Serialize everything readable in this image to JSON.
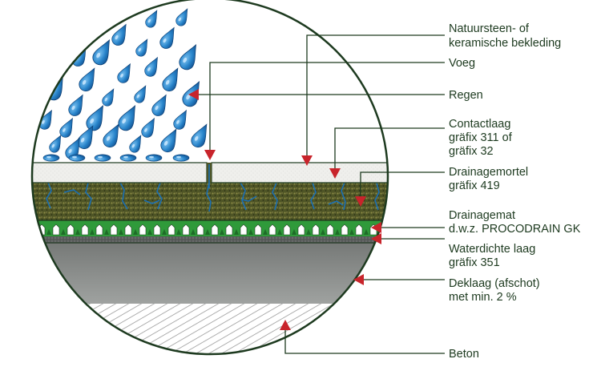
{
  "labels": {
    "natuursteen_l1": "Natuursteen- of",
    "natuursteen_l2": "keramische bekleding",
    "voeg": "Voeg",
    "regen": "Regen",
    "contactlaag_l1": "Contactlaag",
    "contactlaag_l2": "gräfix 311 of",
    "contactlaag_l3": "gräfix 32",
    "drainagemortel_l1": "Drainagemortel",
    "drainagemortel_l2": "gräfix 419",
    "drainagemat_l1": "Drainagemat",
    "drainagemat_l2": "d.w.z. PROCODRAIN GK",
    "waterdichte_l1": "Waterdichte laag",
    "waterdichte_l2": "gräfix 351",
    "deklaag_l1": "Deklaag (afschot)",
    "deklaag_l2": "met min. 2 %",
    "beton": "Beton"
  },
  "colors": {
    "outline": "#1d3a1f",
    "arrow": "#c8242b",
    "rain": "#1b6fb3",
    "tile": "#f1f1ef",
    "mortar": "#5a5a2a",
    "mat": "#2f9a3a",
    "membrane": "#6f7170",
    "screed": "#8f9190",
    "concrete_hatch": "#9a9a9a"
  }
}
